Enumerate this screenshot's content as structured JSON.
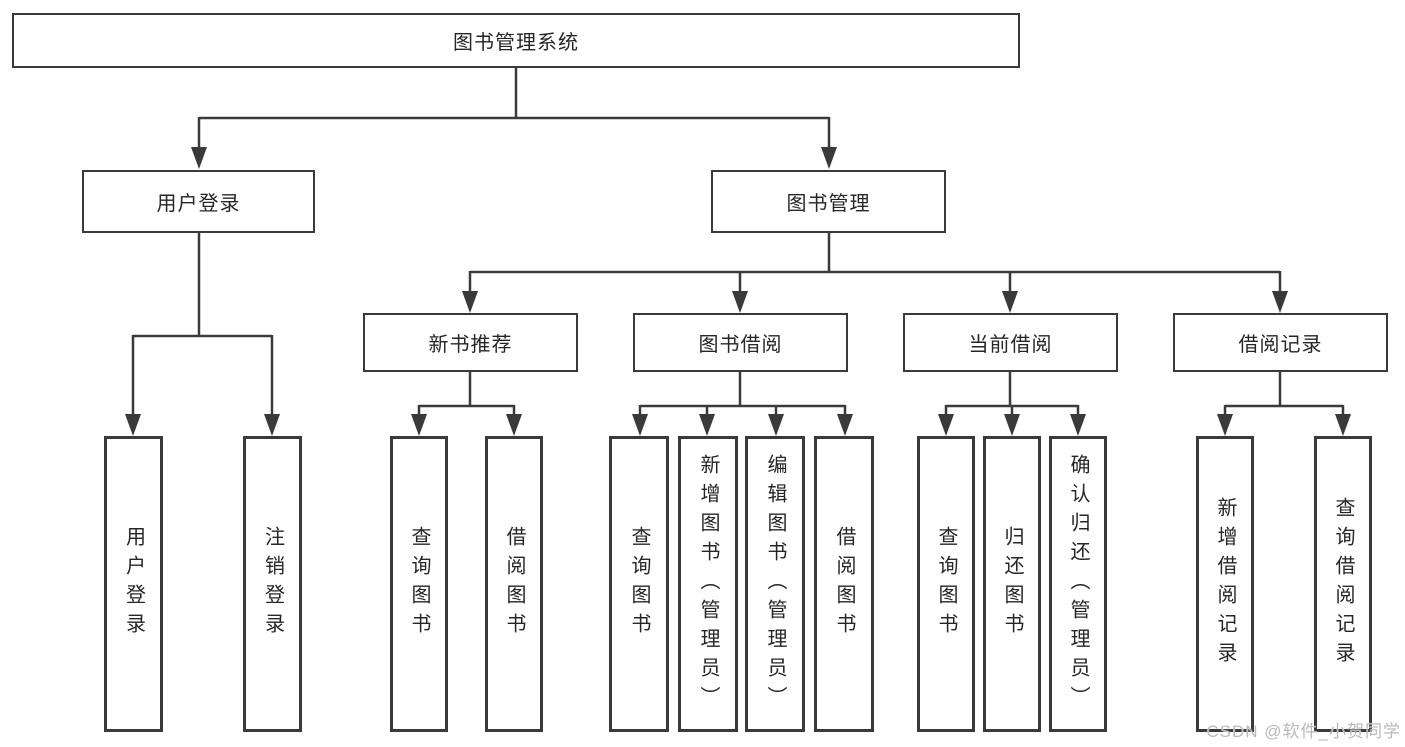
{
  "tree": {
    "label": "图书管理系统",
    "children": [
      {
        "label": "用户登录",
        "children": [
          {
            "label": "用户登录"
          },
          {
            "label": "注销登录"
          }
        ]
      },
      {
        "label": "图书管理",
        "children": [
          {
            "label": "新书推荐",
            "children": [
              {
                "label": "查询图书"
              },
              {
                "label": "借阅图书"
              }
            ]
          },
          {
            "label": "图书借阅",
            "children": [
              {
                "label": "查询图书"
              },
              {
                "label": "新增图书（管理员）"
              },
              {
                "label": "编辑图书（管理员）"
              },
              {
                "label": "借阅图书"
              }
            ]
          },
          {
            "label": "当前借阅",
            "children": [
              {
                "label": "查询图书"
              },
              {
                "label": "归还图书"
              },
              {
                "label": "确认归还（管理员）"
              }
            ]
          },
          {
            "label": "借阅记录",
            "children": [
              {
                "label": "新增借阅记录"
              },
              {
                "label": "查询借阅记录"
              }
            ]
          }
        ]
      }
    ]
  },
  "watermark": {
    "text": "CSDN @软件_小贺同学"
  },
  "colors": {
    "line": "#3a3a3a",
    "box_border": "#3a3a3a",
    "text": "#262626",
    "watermark": "#b9b9b9",
    "background": "#ffffff"
  }
}
